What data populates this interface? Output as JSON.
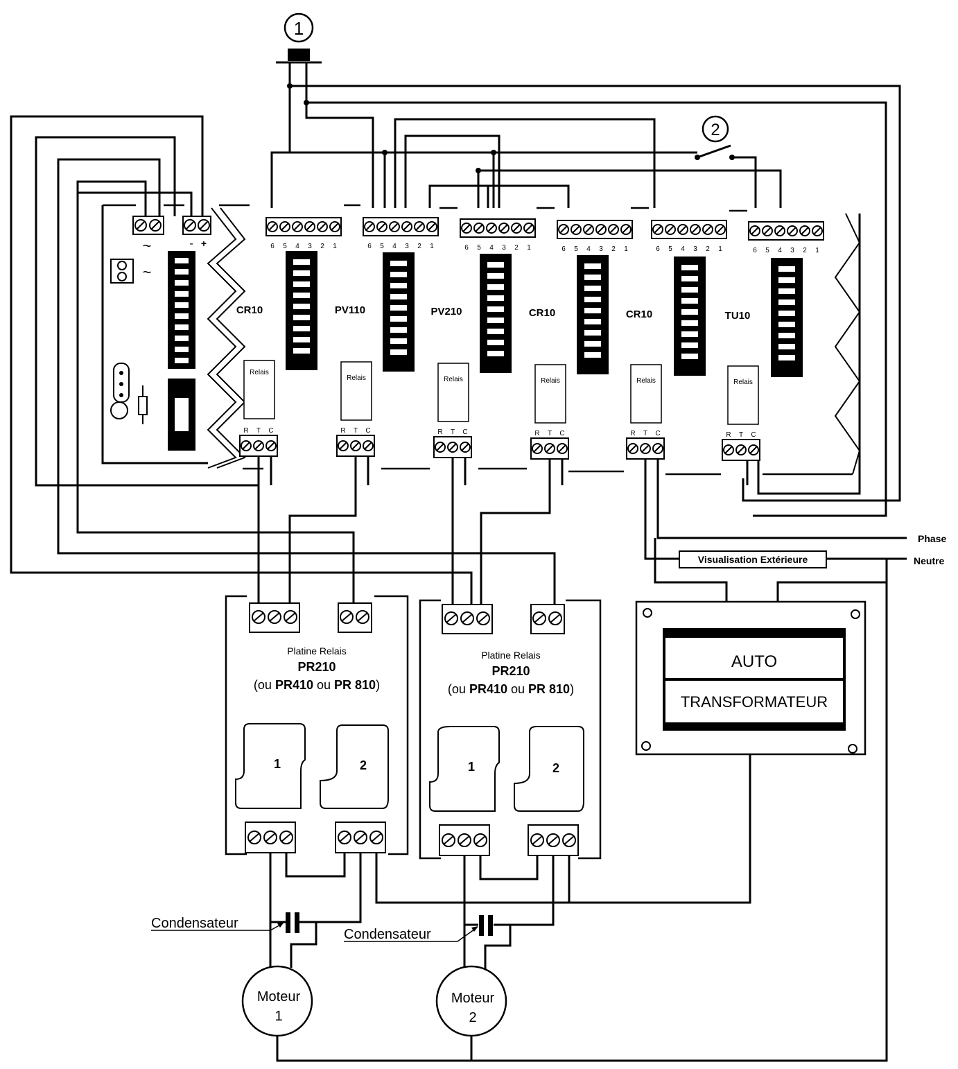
{
  "callouts": {
    "one": "1",
    "two": "2"
  },
  "modules": [
    {
      "name": "CR10"
    },
    {
      "name": "PV110"
    },
    {
      "name": "PV210"
    },
    {
      "name": "CR10"
    },
    {
      "name": "CR10"
    },
    {
      "name": "TU10"
    }
  ],
  "terminal_numbers": [
    "6",
    "5",
    "4",
    "3",
    "2",
    "1"
  ],
  "relay_label": "Relais",
  "rtc_labels": [
    "R",
    "T",
    "C"
  ],
  "power_symbols": {
    "ac": "~",
    "ac2": "~",
    "minus": "-",
    "plus": "+"
  },
  "outputs": {
    "phase": "Phase",
    "neutre": "Neutre",
    "visualisation": "Visualisation Extérieure"
  },
  "relay_boards": [
    {
      "title": "Platine Relais",
      "model": "PR210",
      "alt_prefix": "(ou ",
      "alt1": "PR410",
      "alt_mid": " ou ",
      "alt2": "PR 810",
      "alt_suffix": ")",
      "relay1": "1",
      "relay2": "2"
    },
    {
      "title": "Platine Relais",
      "model": "PR210",
      "alt_prefix": "(ou ",
      "alt1": "PR410",
      "alt_mid": " ou ",
      "alt2": "PR 810",
      "alt_suffix": ")",
      "relay1": "1",
      "relay2": "2"
    }
  ],
  "transformer": {
    "line1": "AUTO",
    "line2": "TRANSFORMATEUR"
  },
  "capacitor_label": "Condensateur",
  "motors": [
    {
      "line1": "Moteur",
      "line2": "1"
    },
    {
      "line1": "Moteur",
      "line2": "2"
    }
  ]
}
